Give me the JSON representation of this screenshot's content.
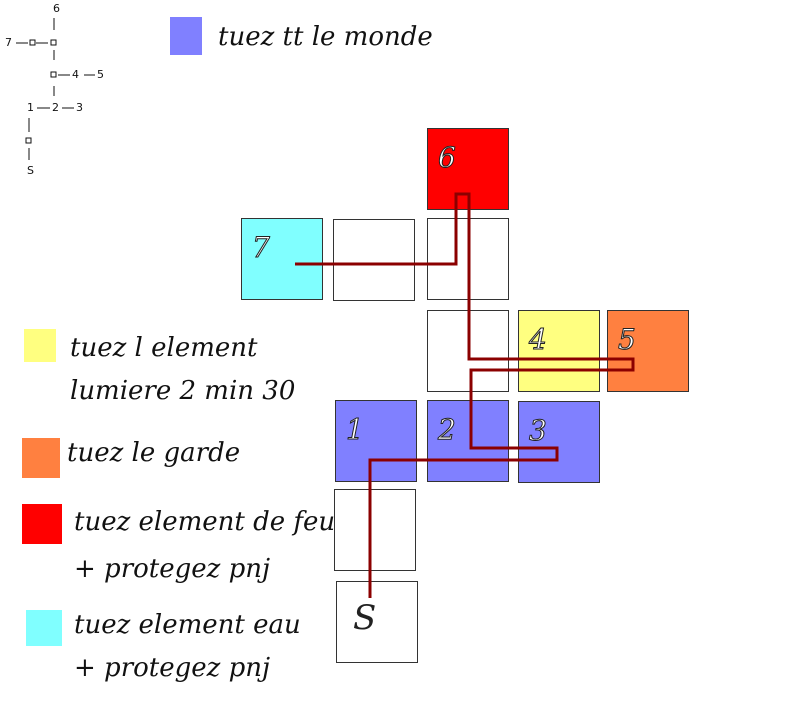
{
  "minimap": {
    "labels": [
      "6",
      "7",
      "4",
      "5",
      "1",
      "2",
      "3",
      "S"
    ]
  },
  "legend": {
    "blue": {
      "color": "#8080ff",
      "line1": "tuez tt le monde"
    },
    "yellow": {
      "color": "#ffff80",
      "line1": "tuez l element",
      "line2": "lumiere 2 min 30"
    },
    "orange": {
      "color": "#ff8040",
      "line1": "tuez le garde"
    },
    "red": {
      "color": "#ff0000",
      "line1": "tuez element de feu",
      "line2": "+ protegez pnj"
    },
    "cyan": {
      "color": "#80ffff",
      "line1": "tuez element eau",
      "line2": "+ protegez pnj"
    }
  },
  "rooms": {
    "r6": {
      "label": "6",
      "color": "#ff0000"
    },
    "r7": {
      "label": "7",
      "color": "#80ffff"
    },
    "r4": {
      "label": "4",
      "color": "#ffff80"
    },
    "r5": {
      "label": "5",
      "color": "#ff8040"
    },
    "r1": {
      "label": "1",
      "color": "#8080ff"
    },
    "r2": {
      "label": "2",
      "color": "#8080ff"
    },
    "r3": {
      "label": "3",
      "color": "#8080ff"
    },
    "start": {
      "label": "S",
      "color": "#ffffff"
    },
    "empty_color": "#ffffff"
  },
  "path_color": "#8b0000"
}
